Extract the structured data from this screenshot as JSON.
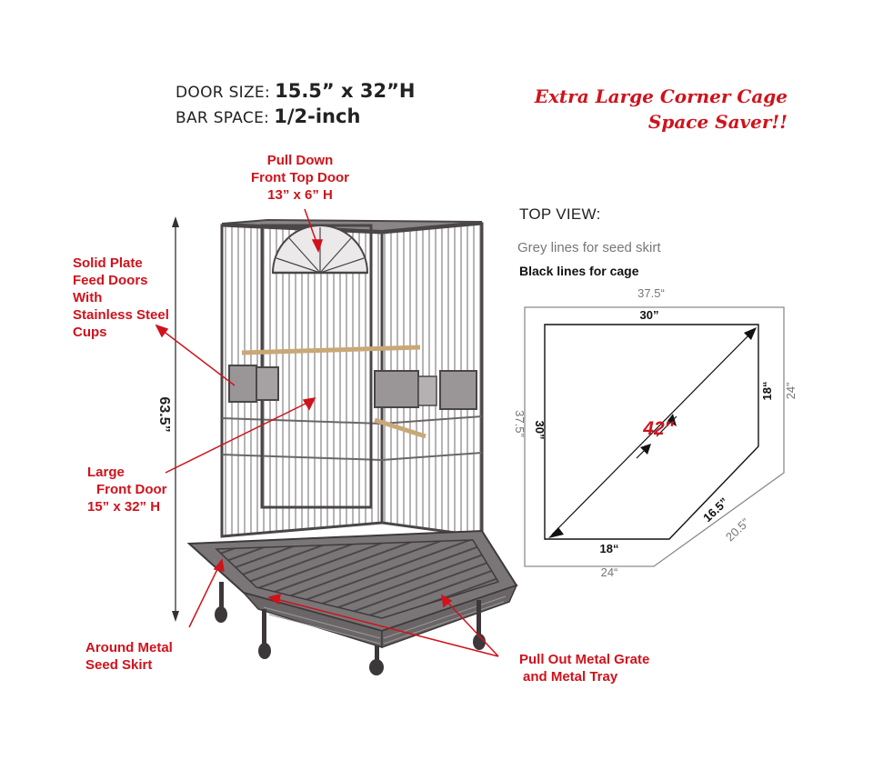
{
  "specs": {
    "door_size_label": "DOOR SIZE:",
    "door_size_value": "15.5” x 32”H",
    "bar_space_label": "BAR SPACE:",
    "bar_space_value": "1/2-inch"
  },
  "headline": {
    "line1": "Extra Large Corner Cage",
    "line2": "Space Saver!!"
  },
  "callouts": {
    "top_door": [
      "Pull Down",
      "Front Top Door",
      "13” x 6” H"
    ],
    "feed_doors": [
      "Solid Plate",
      "Feed Doors",
      "With",
      "Stainless Steel",
      "Cups"
    ],
    "front_door": [
      "Large",
      "Front Door",
      "15” x 32” H"
    ],
    "seed_skirt": [
      "Around Metal",
      "Seed Skirt"
    ],
    "grate_tray": [
      "Pull Out Metal Grate",
      "and Metal Tray"
    ]
  },
  "height_dimension": "63.5”",
  "top_view": {
    "title": "TOP VIEW:",
    "grey_legend": "Grey lines for seed skirt",
    "black_legend": "Black lines for cage",
    "skirt_top": "37.5“",
    "skirt_left": "37.5”",
    "skirt_right": "24”",
    "skirt_bottom": "24“",
    "skirt_diagonal": "20.5”",
    "cage_top": "30”",
    "cage_left": "30”",
    "cage_right": "18“",
    "cage_bottom": "18“",
    "cage_diagonal": "16.5”",
    "cross_diagonal": "42″"
  },
  "colors": {
    "callout_red": "#d0121b",
    "cage_metal": "#5e5a5c",
    "skirt_grey": "#8c8c8c"
  }
}
